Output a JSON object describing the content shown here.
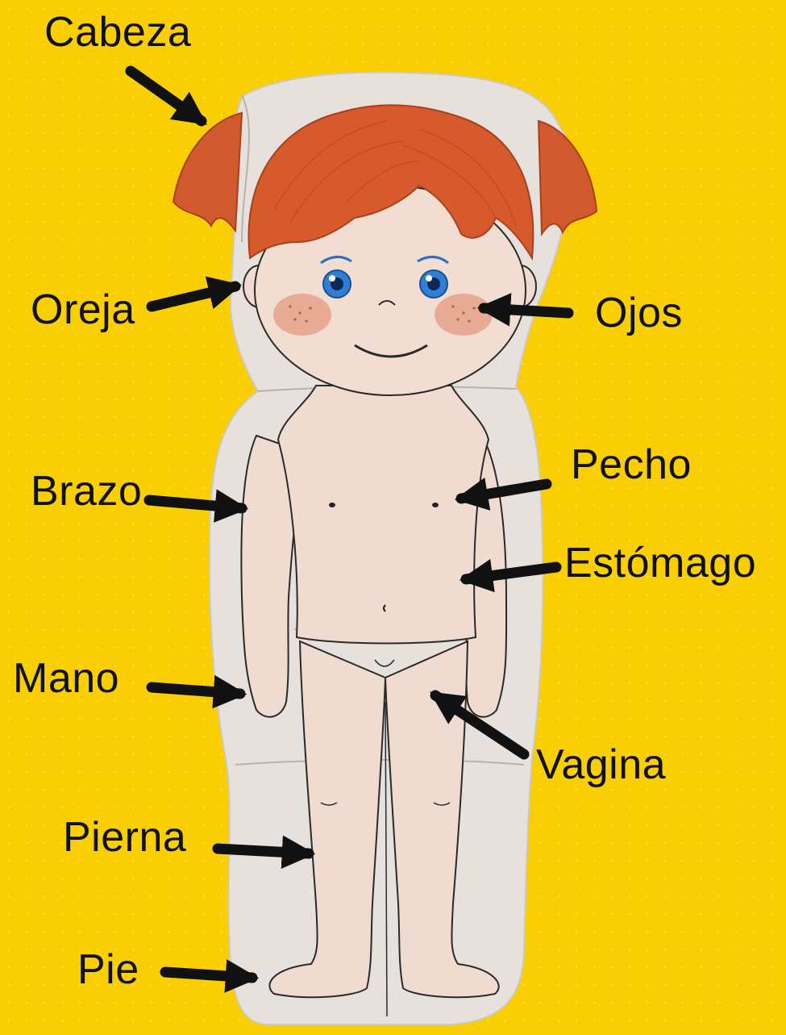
{
  "labels": {
    "cabeza": "Cabeza",
    "oreja": "Oreja",
    "ojos": "Ojos",
    "pecho": "Pecho",
    "brazo": "Brazo",
    "estomago": "Estómago",
    "mano": "Mano",
    "vagina": "Vagina",
    "pierna": "Pierna",
    "pie": "Pie"
  },
  "colors": {
    "background": "#f9cf04",
    "body_piece": "#e9e4df",
    "skin": "#f1dcd2",
    "hair": "#d75a2c",
    "hair_dark": "#b8431f",
    "eye": "#2f7fd6",
    "cheek": "#e59b83",
    "arrow": "#111111",
    "outline": "#2a2a2a"
  }
}
